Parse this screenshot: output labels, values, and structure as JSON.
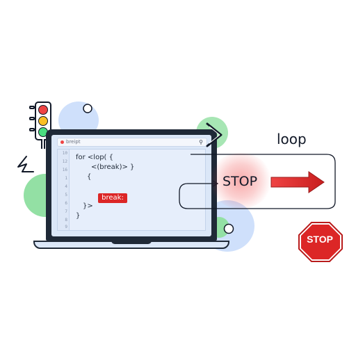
{
  "colors": {
    "blob_blue": "#cfe0fb",
    "blob_green": "#93e0a4",
    "laptop_frame": "#1f2937",
    "screen": "#dbe7f8",
    "stop_red": "#dc2626",
    "arrow_red": "#e02424"
  },
  "icons": [
    "traffic-light-icon",
    "stop-sign-icon",
    "arrow-right-icon",
    "lightning-icon",
    "search-icon"
  ],
  "searchbar": {
    "text": "breipt",
    "icon": "search-icon"
  },
  "editor": {
    "line_numbers": [
      "10",
      "12",
      "16",
      "1",
      "4",
      "5",
      "6",
      "7",
      "8",
      "9"
    ],
    "code_lines": [
      "for <lop( {",
      "<(break)> }",
      "{",
      "}>",
      "}"
    ],
    "break_label": "break:"
  },
  "loop_label": "loop",
  "stop_label": "STOP",
  "stop_sign_label": "STOP"
}
